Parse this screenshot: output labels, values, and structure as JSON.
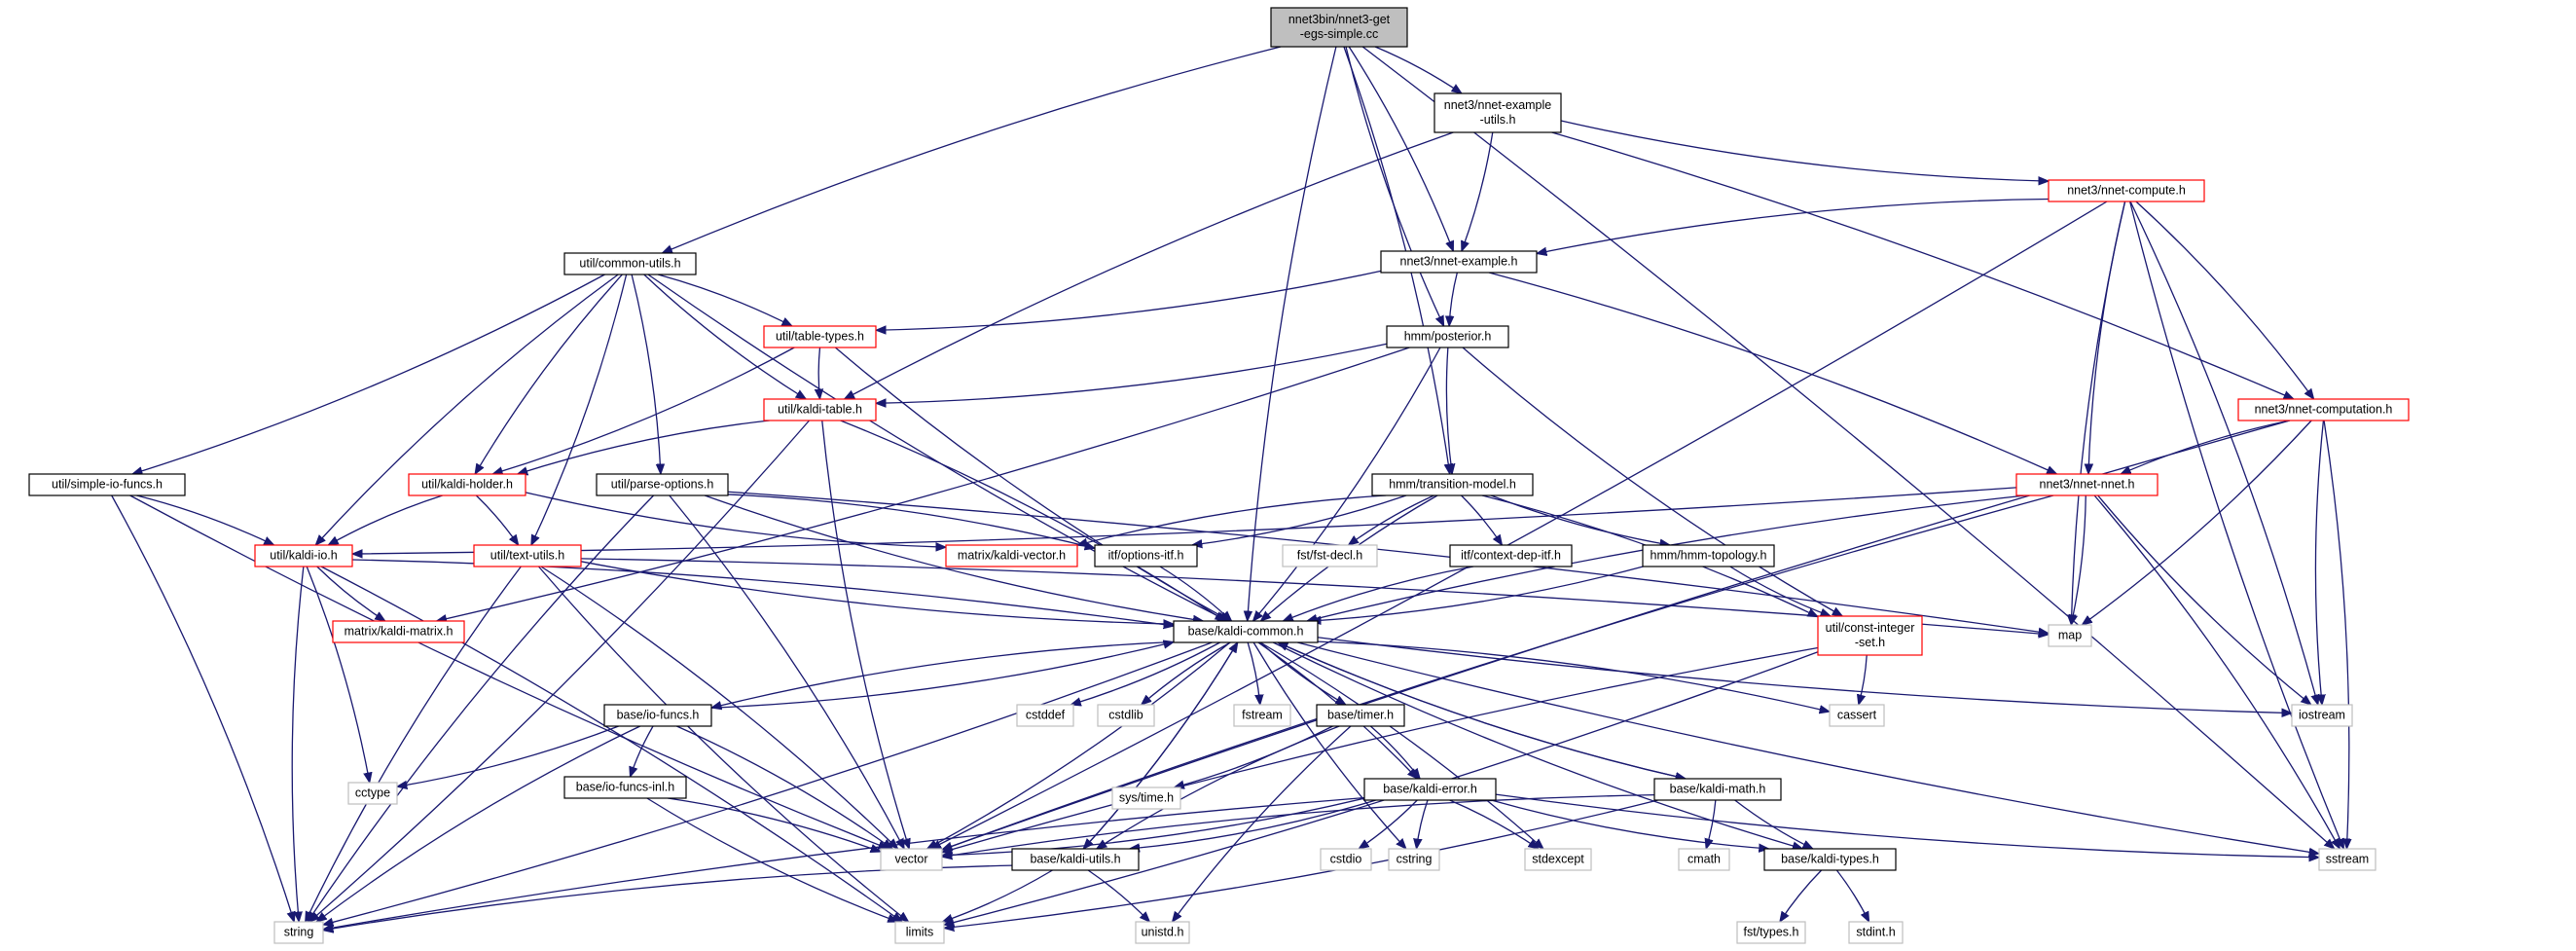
{
  "nodes": [
    {
      "id": "root",
      "label": "nnet3bin/nnet3-get\n-egs-simple.cc",
      "style": "root"
    },
    {
      "id": "egutils",
      "label": "nnet3/nnet-example\n-utils.h",
      "style": "black"
    },
    {
      "id": "compute",
      "label": "nnet3/nnet-compute.h",
      "style": "red"
    },
    {
      "id": "common",
      "label": "util/common-utils.h",
      "style": "black"
    },
    {
      "id": "example",
      "label": "nnet3/nnet-example.h",
      "style": "black"
    },
    {
      "id": "tabletypes",
      "label": "util/table-types.h",
      "style": "red"
    },
    {
      "id": "posterior",
      "label": "hmm/posterior.h",
      "style": "black"
    },
    {
      "id": "kalditable",
      "label": "util/kaldi-table.h",
      "style": "red"
    },
    {
      "id": "computation",
      "label": "nnet3/nnet-computation.h",
      "style": "red"
    },
    {
      "id": "simpleio",
      "label": "util/simple-io-funcs.h",
      "style": "black"
    },
    {
      "id": "holder",
      "label": "util/kaldi-holder.h",
      "style": "red"
    },
    {
      "id": "parseopts",
      "label": "util/parse-options.h",
      "style": "black"
    },
    {
      "id": "transmodel",
      "label": "hmm/transition-model.h",
      "style": "black"
    },
    {
      "id": "nnet",
      "label": "nnet3/nnet-nnet.h",
      "style": "red"
    },
    {
      "id": "kaldiio",
      "label": "util/kaldi-io.h",
      "style": "red"
    },
    {
      "id": "textutils",
      "label": "util/text-utils.h",
      "style": "red"
    },
    {
      "id": "kvector",
      "label": "matrix/kaldi-vector.h",
      "style": "red"
    },
    {
      "id": "optionsitf",
      "label": "itf/options-itf.h",
      "style": "black"
    },
    {
      "id": "fstdecl",
      "label": "fst/fst-decl.h",
      "style": "gray"
    },
    {
      "id": "contextdep",
      "label": "itf/context-dep-itf.h",
      "style": "black"
    },
    {
      "id": "hmmtopo",
      "label": "hmm/hmm-topology.h",
      "style": "black"
    },
    {
      "id": "kmatrix",
      "label": "matrix/kaldi-matrix.h",
      "style": "red"
    },
    {
      "id": "kcommon",
      "label": "base/kaldi-common.h",
      "style": "black"
    },
    {
      "id": "constint",
      "label": "util/const-integer\n-set.h",
      "style": "red"
    },
    {
      "id": "map",
      "label": "map",
      "style": "gray"
    },
    {
      "id": "iofuncs",
      "label": "base/io-funcs.h",
      "style": "black"
    },
    {
      "id": "cstddef",
      "label": "cstddef",
      "style": "gray"
    },
    {
      "id": "cstdlib",
      "label": "cstdlib",
      "style": "gray"
    },
    {
      "id": "fstream",
      "label": "fstream",
      "style": "gray"
    },
    {
      "id": "timer",
      "label": "base/timer.h",
      "style": "black"
    },
    {
      "id": "cassert",
      "label": "cassert",
      "style": "gray"
    },
    {
      "id": "iostream",
      "label": "iostream",
      "style": "gray"
    },
    {
      "id": "cctype",
      "label": "cctype",
      "style": "gray"
    },
    {
      "id": "iofuncsinl",
      "label": "base/io-funcs-inl.h",
      "style": "black"
    },
    {
      "id": "systime",
      "label": "sys/time.h",
      "style": "gray"
    },
    {
      "id": "kerror",
      "label": "base/kaldi-error.h",
      "style": "black"
    },
    {
      "id": "kmath",
      "label": "base/kaldi-math.h",
      "style": "black"
    },
    {
      "id": "vector",
      "label": "vector",
      "style": "gray"
    },
    {
      "id": "kutils",
      "label": "base/kaldi-utils.h",
      "style": "black"
    },
    {
      "id": "cstdio",
      "label": "cstdio",
      "style": "gray"
    },
    {
      "id": "cstring",
      "label": "cstring",
      "style": "gray"
    },
    {
      "id": "stdexcept",
      "label": "stdexcept",
      "style": "gray"
    },
    {
      "id": "cmath",
      "label": "cmath",
      "style": "gray"
    },
    {
      "id": "ktypes",
      "label": "base/kaldi-types.h",
      "style": "black"
    },
    {
      "id": "sstream",
      "label": "sstream",
      "style": "gray"
    },
    {
      "id": "string",
      "label": "string",
      "style": "gray"
    },
    {
      "id": "limits",
      "label": "limits",
      "style": "gray"
    },
    {
      "id": "unistd",
      "label": "unistd.h",
      "style": "gray"
    },
    {
      "id": "fsttypes",
      "label": "fst/types.h",
      "style": "gray"
    },
    {
      "id": "stdint",
      "label": "stdint.h",
      "style": "gray"
    }
  ],
  "edges": [
    [
      "root",
      "egutils"
    ],
    [
      "root",
      "common"
    ],
    [
      "root",
      "example"
    ],
    [
      "root",
      "posterior"
    ],
    [
      "root",
      "transmodel"
    ],
    [
      "root",
      "kcommon"
    ],
    [
      "root",
      "sstream"
    ],
    [
      "egutils",
      "compute"
    ],
    [
      "egutils",
      "example"
    ],
    [
      "egutils",
      "kalditable"
    ],
    [
      "egutils",
      "computation"
    ],
    [
      "compute",
      "example"
    ],
    [
      "compute",
      "computation"
    ],
    [
      "compute",
      "nnet"
    ],
    [
      "compute",
      "vector"
    ],
    [
      "compute",
      "map"
    ],
    [
      "compute",
      "iostream"
    ],
    [
      "compute",
      "sstream"
    ],
    [
      "common",
      "tabletypes"
    ],
    [
      "common",
      "kalditable"
    ],
    [
      "common",
      "simpleio"
    ],
    [
      "common",
      "holder"
    ],
    [
      "common",
      "parseopts"
    ],
    [
      "common",
      "kaldiio"
    ],
    [
      "common",
      "textutils"
    ],
    [
      "common",
      "kcommon"
    ],
    [
      "example",
      "tabletypes"
    ],
    [
      "example",
      "posterior"
    ],
    [
      "example",
      "nnet"
    ],
    [
      "tabletypes",
      "kalditable"
    ],
    [
      "tabletypes",
      "holder"
    ],
    [
      "tabletypes",
      "kcommon"
    ],
    [
      "posterior",
      "kalditable"
    ],
    [
      "posterior",
      "transmodel"
    ],
    [
      "posterior",
      "kmatrix"
    ],
    [
      "posterior",
      "constint"
    ],
    [
      "posterior",
      "kcommon"
    ],
    [
      "kalditable",
      "holder"
    ],
    [
      "kalditable",
      "kcommon"
    ],
    [
      "kalditable",
      "vector"
    ],
    [
      "kalditable",
      "string"
    ],
    [
      "computation",
      "nnet"
    ],
    [
      "computation",
      "map"
    ],
    [
      "computation",
      "iostream"
    ],
    [
      "computation",
      "sstream"
    ],
    [
      "computation",
      "vector"
    ],
    [
      "simpleio",
      "kaldiio"
    ],
    [
      "simpleio",
      "vector"
    ],
    [
      "simpleio",
      "string"
    ],
    [
      "holder",
      "kaldiio"
    ],
    [
      "holder",
      "textutils"
    ],
    [
      "holder",
      "kvector"
    ],
    [
      "parseopts",
      "optionsitf"
    ],
    [
      "parseopts",
      "kcommon"
    ],
    [
      "parseopts",
      "vector"
    ],
    [
      "parseopts",
      "string"
    ],
    [
      "parseopts",
      "map"
    ],
    [
      "transmodel",
      "kvector"
    ],
    [
      "transmodel",
      "optionsitf"
    ],
    [
      "transmodel",
      "fstdecl"
    ],
    [
      "transmodel",
      "contextdep"
    ],
    [
      "transmodel",
      "hmmtopo"
    ],
    [
      "transmodel",
      "constint"
    ],
    [
      "transmodel",
      "kcommon"
    ],
    [
      "nnet",
      "kaldiio"
    ],
    [
      "nnet",
      "kcommon"
    ],
    [
      "nnet",
      "map"
    ],
    [
      "nnet",
      "iostream"
    ],
    [
      "nnet",
      "sstream"
    ],
    [
      "nnet",
      "vector"
    ],
    [
      "kaldiio",
      "kcommon"
    ],
    [
      "kaldiio",
      "kmatrix"
    ],
    [
      "kaldiio",
      "cctype"
    ],
    [
      "kaldiio",
      "string"
    ],
    [
      "kaldiio",
      "limits"
    ],
    [
      "textutils",
      "kcommon"
    ],
    [
      "textutils",
      "map"
    ],
    [
      "textutils",
      "string"
    ],
    [
      "textutils",
      "vector"
    ],
    [
      "textutils",
      "limits"
    ],
    [
      "optionsitf",
      "kcommon"
    ],
    [
      "contextdep",
      "kcommon"
    ],
    [
      "hmmtopo",
      "kcommon"
    ],
    [
      "hmmtopo",
      "constint"
    ],
    [
      "constint",
      "cassert"
    ],
    [
      "constint",
      "vector"
    ],
    [
      "constint",
      "limits"
    ],
    [
      "kcommon",
      "iofuncs"
    ],
    [
      "kcommon",
      "cstddef"
    ],
    [
      "kcommon",
      "cstdlib"
    ],
    [
      "kcommon",
      "fstream"
    ],
    [
      "kcommon",
      "timer"
    ],
    [
      "kcommon",
      "cassert"
    ],
    [
      "kcommon",
      "iostream"
    ],
    [
      "kcommon",
      "kerror"
    ],
    [
      "kcommon",
      "kmath"
    ],
    [
      "kcommon",
      "kutils"
    ],
    [
      "kcommon",
      "ktypes"
    ],
    [
      "kcommon",
      "vector"
    ],
    [
      "kcommon",
      "cstring"
    ],
    [
      "kcommon",
      "stdexcept"
    ],
    [
      "kcommon",
      "sstream"
    ],
    [
      "kcommon",
      "string"
    ],
    [
      "iofuncs",
      "kcommon"
    ],
    [
      "iofuncs",
      "cctype"
    ],
    [
      "iofuncs",
      "iofuncsinl"
    ],
    [
      "iofuncs",
      "vector"
    ],
    [
      "iofuncs",
      "string"
    ],
    [
      "iofuncsinl",
      "vector"
    ],
    [
      "iofuncsinl",
      "limits"
    ],
    [
      "timer",
      "systime"
    ],
    [
      "timer",
      "kutils"
    ],
    [
      "timer",
      "kerror"
    ],
    [
      "timer",
      "unistd"
    ],
    [
      "kerror",
      "kutils"
    ],
    [
      "kerror",
      "ktypes"
    ],
    [
      "kerror",
      "cstdio"
    ],
    [
      "kerror",
      "cstring"
    ],
    [
      "kerror",
      "stdexcept"
    ],
    [
      "kerror",
      "sstream"
    ],
    [
      "kerror",
      "vector"
    ],
    [
      "kerror",
      "string"
    ],
    [
      "kmath",
      "kcommon"
    ],
    [
      "kmath",
      "ktypes"
    ],
    [
      "kmath",
      "cmath"
    ],
    [
      "kmath",
      "vector"
    ],
    [
      "kmath",
      "limits"
    ],
    [
      "kutils",
      "kcommon"
    ],
    [
      "kutils",
      "limits"
    ],
    [
      "kutils",
      "string"
    ],
    [
      "kutils",
      "unistd"
    ],
    [
      "ktypes",
      "fsttypes"
    ],
    [
      "ktypes",
      "stdint"
    ]
  ]
}
